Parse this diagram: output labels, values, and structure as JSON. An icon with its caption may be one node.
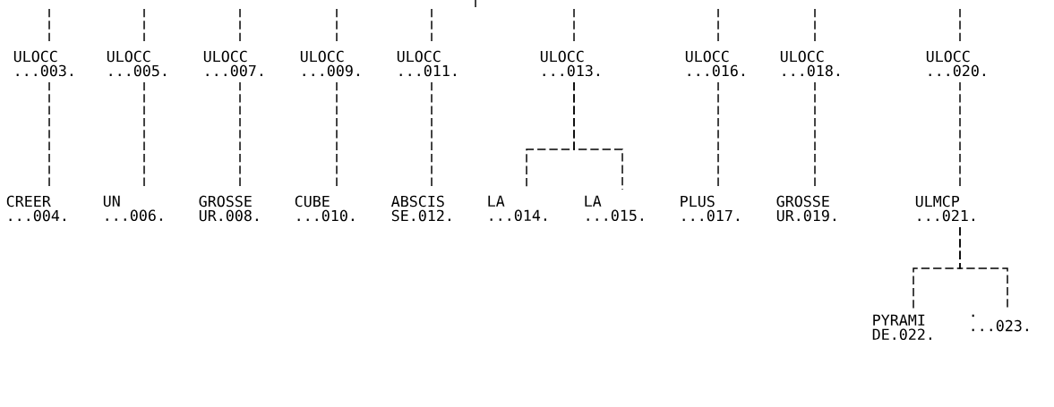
{
  "diagram": {
    "nodes": [
      {
        "text": [
          "ULOCC ...003."
        ]
      },
      {
        "text": [
          "ULOCC ...005."
        ]
      },
      {
        "text": [
          "ULOCC ...007."
        ]
      },
      {
        "text": [
          "ULOCC ...009."
        ]
      },
      {
        "text": [
          "ULOCC ...011."
        ]
      },
      {
        "text": [
          "ULOCC ...013."
        ]
      },
      {
        "text": [
          "ULOCC ...016."
        ]
      },
      {
        "text": [
          "ULOCC ...018."
        ]
      },
      {
        "text": [
          "ULOCC ...020."
        ]
      },
      {
        "text": [
          "CREER ...004."
        ]
      },
      {
        "text": [
          "UN ...006."
        ]
      },
      {
        "text": [
          "GROSSE UR.008."
        ]
      },
      {
        "text": [
          "CUBE ...010."
        ]
      },
      {
        "text": [
          "ABSCIS SE.012."
        ]
      },
      {
        "text": [
          "LA ...014."
        ]
      },
      {
        "text": [
          "LA ...015."
        ]
      },
      {
        "text": [
          "PLUS ...017."
        ]
      },
      {
        "text": [
          "GROSSE UR.019."
        ]
      },
      {
        "text": [
          "ULMCP ...021."
        ]
      },
      {
        "text": [
          "PYRAMI DE.022."
        ]
      },
      {
        "text": [
          ". ...023."
        ]
      }
    ],
    "edges": [
      {
        "from": null,
        "to": 0,
        "arrow": "none"
      },
      {
        "from": null,
        "to": 1,
        "arrow": "none"
      },
      {
        "from": null,
        "to": 2,
        "arrow": "none"
      },
      {
        "from": null,
        "to": 3,
        "arrow": "none"
      },
      {
        "from": null,
        "to": 4,
        "arrow": "none"
      },
      {
        "from": null,
        "to": 5,
        "arrow": "none"
      },
      {
        "from": null,
        "to": 6,
        "arrow": "none"
      },
      {
        "from": null,
        "to": 7,
        "arrow": "none"
      },
      {
        "from": null,
        "to": 8,
        "arrow": "none"
      },
      {
        "from": 0,
        "to": 9,
        "arrow": "none"
      },
      {
        "from": 1,
        "to": 10,
        "arrow": "none"
      },
      {
        "from": 2,
        "to": 11,
        "arrow": "none"
      },
      {
        "from": 3,
        "to": 12,
        "arrow": "none"
      },
      {
        "from": 4,
        "to": 13,
        "arrow": "none"
      },
      {
        "from": 5,
        "to": 14,
        "arrow": "none"
      },
      {
        "from": 5,
        "to": 15,
        "arrow": "none"
      },
      {
        "from": 6,
        "to": 16,
        "arrow": "none"
      },
      {
        "from": 7,
        "to": 17,
        "arrow": "none"
      },
      {
        "from": 8,
        "to": 18,
        "arrow": "none"
      },
      {
        "from": 18,
        "to": 19,
        "arrow": "none"
      },
      {
        "from": 18,
        "to": 20,
        "arrow": "none"
      }
    ]
  }
}
